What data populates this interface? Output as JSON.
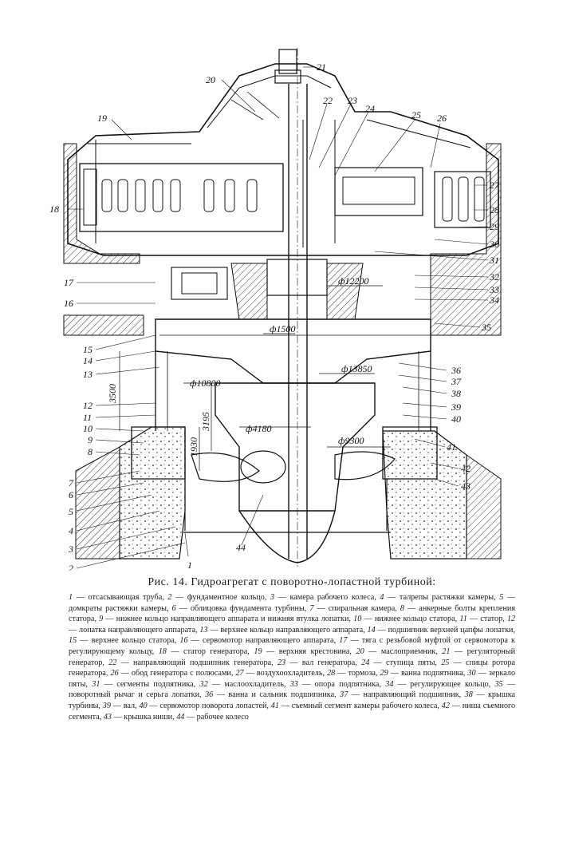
{
  "figure": {
    "title": "Рис. 14. Гидроагрегат с поворотно-лопастной турбиной:",
    "legend": [
      {
        "num": "1",
        "text": "отсасывающая труба,"
      },
      {
        "num": "2",
        "text": "фундаментное кольцо,"
      },
      {
        "num": "3",
        "text": "камера рабочего колеса,"
      },
      {
        "num": "4",
        "text": "талрепы растяжки камеры,"
      },
      {
        "num": "5",
        "text": "домкраты растяжки камеры,"
      },
      {
        "num": "6",
        "text": "облицовка фундамента турбины,"
      },
      {
        "num": "7",
        "text": "спиральная камера,"
      },
      {
        "num": "8",
        "text": "анкерные болты крепления статора,"
      },
      {
        "num": "9",
        "text": "нижнее кольцо направляющего аппарата и нижняя втулка лопатки,"
      },
      {
        "num": "10",
        "text": "нижнее кольцо статора,"
      },
      {
        "num": "11",
        "text": "статор,"
      },
      {
        "num": "12",
        "text": "лопатка направляющего аппарата,"
      },
      {
        "num": "13",
        "text": "верхнее кольцо направляющего аппарата,"
      },
      {
        "num": "14",
        "text": "подшипник верхней цапфы лопатки,"
      },
      {
        "num": "15",
        "text": "верхнее кольцо статора,"
      },
      {
        "num": "16",
        "text": "сервомотор направляющего аппарата,"
      },
      {
        "num": "17",
        "text": "тяга с резьбовой муфтой от сервомотора к регулирующему кольцу,"
      },
      {
        "num": "18",
        "text": "статор генератора,"
      },
      {
        "num": "19",
        "text": "верхняя крестовина,"
      },
      {
        "num": "20",
        "text": "маслоприемник,"
      },
      {
        "num": "21",
        "text": "регуляторный генератор,"
      },
      {
        "num": "22",
        "text": "направляющий подшипник генератора,"
      },
      {
        "num": "23",
        "text": "вал генератора,"
      },
      {
        "num": "24",
        "text": "ступица пяты,"
      },
      {
        "num": "25",
        "text": "спицы ротора генератора,"
      },
      {
        "num": "26",
        "text": "обод генератора с полюсами,"
      },
      {
        "num": "27",
        "text": "воздухоохладитель,"
      },
      {
        "num": "28",
        "text": "тормоза,"
      },
      {
        "num": "29",
        "text": "ванна подпятника,"
      },
      {
        "num": "30",
        "text": "зеркало пяты,"
      },
      {
        "num": "31",
        "text": "сегменты подпятника,"
      },
      {
        "num": "32",
        "text": "маслоохладитель,"
      },
      {
        "num": "33",
        "text": "опора подпятника,"
      },
      {
        "num": "34",
        "text": "регулирующее кольцо,"
      },
      {
        "num": "35",
        "text": "поворотный рычаг и серьга лопатки,"
      },
      {
        "num": "36",
        "text": "ванна и сальник подшипника,"
      },
      {
        "num": "37",
        "text": "направляющий подшипник,"
      },
      {
        "num": "38",
        "text": "крышка турбины,"
      },
      {
        "num": "39",
        "text": "вал,"
      },
      {
        "num": "40",
        "text": "сервомотор поворота лопастей,"
      },
      {
        "num": "41",
        "text": "съемный сегмент камеры рабочего колеса,"
      },
      {
        "num": "42",
        "text": "ниша съемного сегмента,"
      },
      {
        "num": "43",
        "text": "крышка ниши,"
      },
      {
        "num": "44",
        "text": "рабочее колесо"
      }
    ]
  },
  "labels": {
    "l1": "1",
    "l2": "2",
    "l3": "3",
    "l4": "4",
    "l5": "5",
    "l6": "6",
    "l7": "7",
    "l8": "8",
    "l9": "9",
    "l10": "10",
    "l11": "11",
    "l12": "12",
    "l13": "13",
    "l14": "14",
    "l15": "15",
    "l16": "16",
    "l17": "17",
    "l18": "18",
    "l19": "19",
    "l20": "20",
    "l21": "21",
    "l22": "22",
    "l23": "23",
    "l24": "24",
    "l25": "25",
    "l26": "26",
    "l27": "27",
    "l28": "28",
    "l29": "29",
    "l30": "30",
    "l31": "31",
    "l32": "32",
    "l33": "33",
    "l34": "34",
    "l35": "35",
    "l36": "36",
    "l37": "37",
    "l38": "38",
    "l39": "39",
    "l40": "40",
    "l41": "41",
    "l42": "42",
    "l43": "43",
    "l44": "44"
  },
  "dimensions": {
    "d12200": "ф12200",
    "d1500": "ф1500",
    "d13850": "ф13850",
    "d10800": "ф10800",
    "d4180": "ф4180",
    "d9300": "ф9300",
    "v3500": "3500",
    "v3195": "3195",
    "v1930": "1930"
  }
}
